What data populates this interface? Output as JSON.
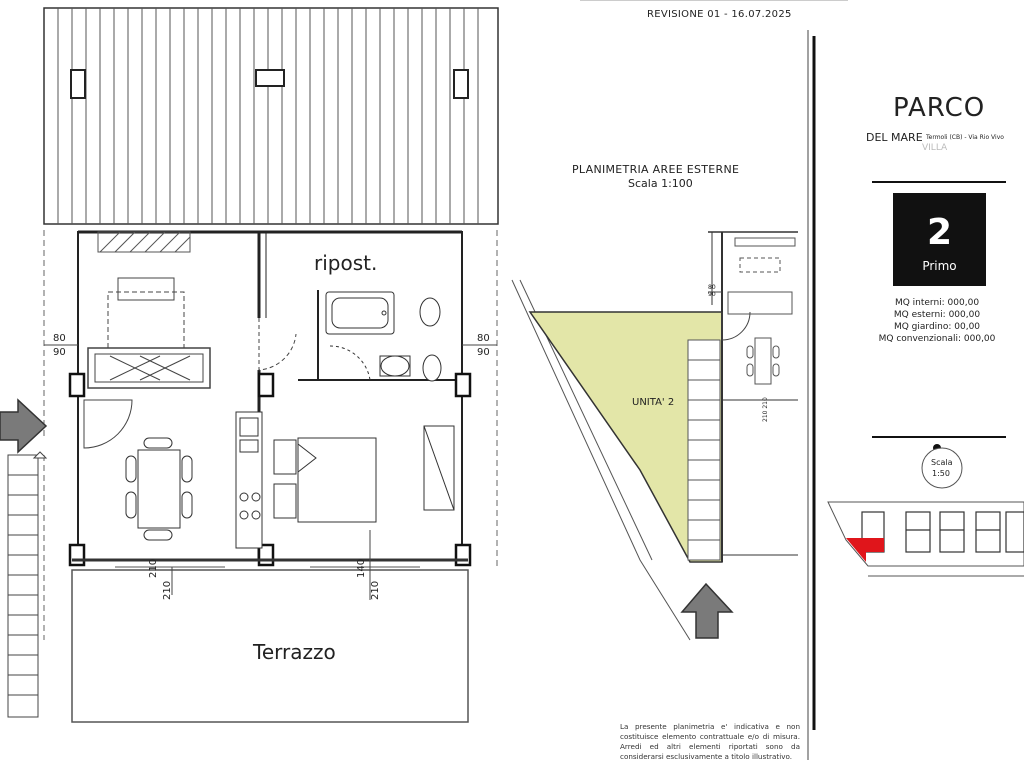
{
  "header": {
    "revision": "REVISIONE 01 - 16.07.2025"
  },
  "brand": {
    "title": "PARCO",
    "subtitle": "DEL MARE",
    "location": "Termoli (CB) - Via Rio Vivo",
    "type": "VILLA"
  },
  "unit_badge": {
    "number": "2",
    "floor": "Primo"
  },
  "areas": [
    "MQ interni: 000,00",
    "MQ esterni: 000,00",
    "MQ giardino: 00,00",
    "MQ convenzionali: 000,00"
  ],
  "scale_indicator": {
    "label": "Scala",
    "value": "1:50"
  },
  "site_plan": {
    "title": "PLANIMETRIA AREE ESTERNE",
    "scale": "Scala 1:100",
    "unit_label": "UNITA' 2"
  },
  "rooms": {
    "storage": "ripost.",
    "terrace": "Terrazzo"
  },
  "dimensions": {
    "left_a": "80",
    "left_b": "90",
    "right_a": "80",
    "right_b": "90",
    "site_a": "80",
    "site_b": "90",
    "win1": "210",
    "win2": "210",
    "win3": "140",
    "win4": "210",
    "site_v": "210 210"
  },
  "disclaimer": "La presente planimetria e' indicativa e non costituisce elemento contrattuale e/o di misura. Arredi ed altri elementi riportati sono da considerarsi esclusivamente a titolo illustrativo.",
  "colors": {
    "highlight": "#e3e6a8",
    "unit_marker": "#e0151b",
    "badge": "#111111"
  }
}
